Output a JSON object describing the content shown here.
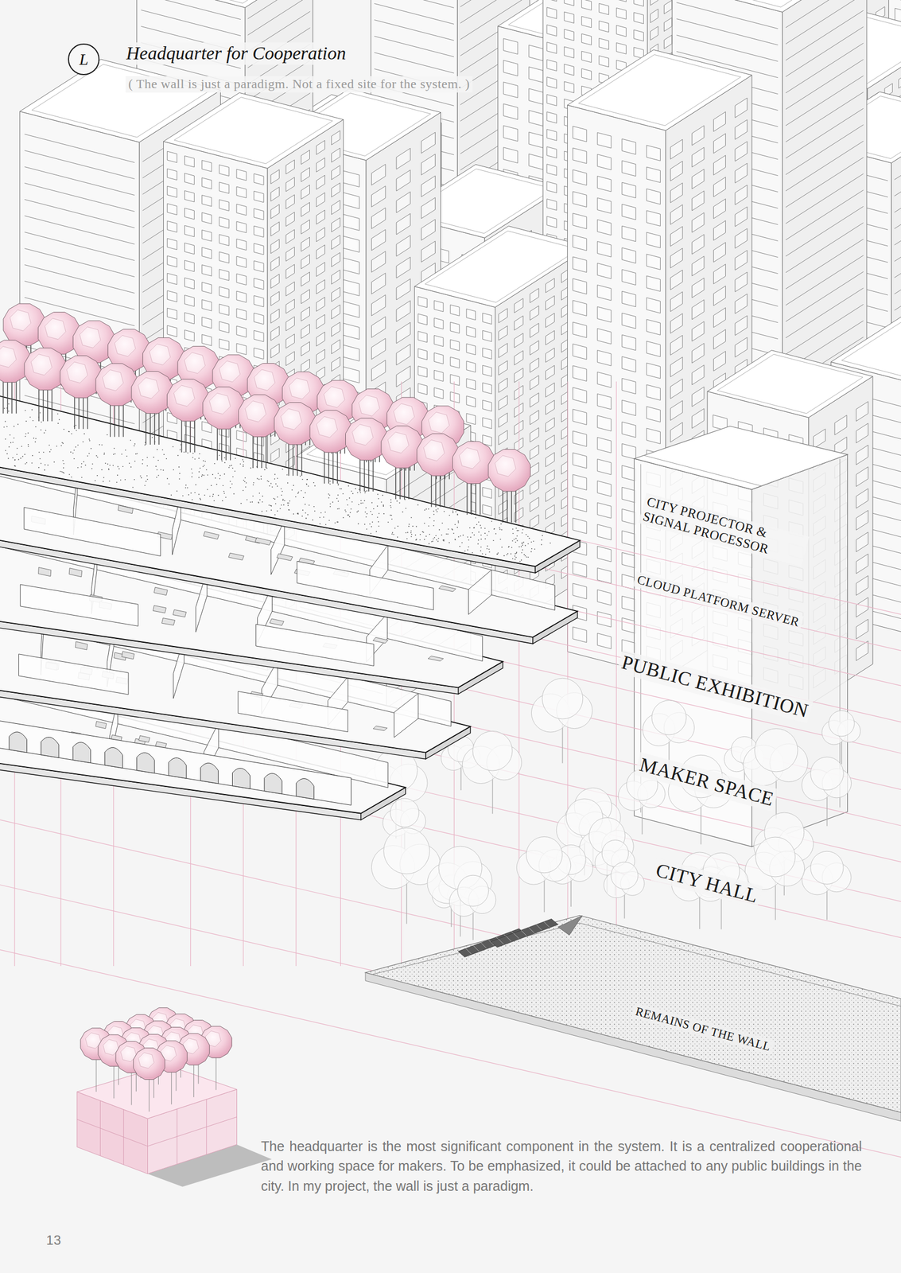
{
  "diagram": {
    "title": "Headquarter for Cooperation",
    "caption": "The headquarter is the most significant component in the system. It is a centralized cooperational and working space for makers. To be emphasized, it could be attached to any public buildings in the city. In my project, the wall is just a paradigm.",
    "nodes": [
      {
        "text": [
          "L"
        ]
      }
    ],
    "labels": [
      "( The wall is just a paradigm. Not a fixed site for the system. )",
      "CITY PROJECTOR & SIGNAL PROCESSOR",
      "CLOUD PLATFORM SERVER",
      "PUBLIC EXHIBITION",
      "MAKER SPACE",
      "CITY HALL",
      "REMAINS OF THE WALL",
      "13"
    ]
  }
}
